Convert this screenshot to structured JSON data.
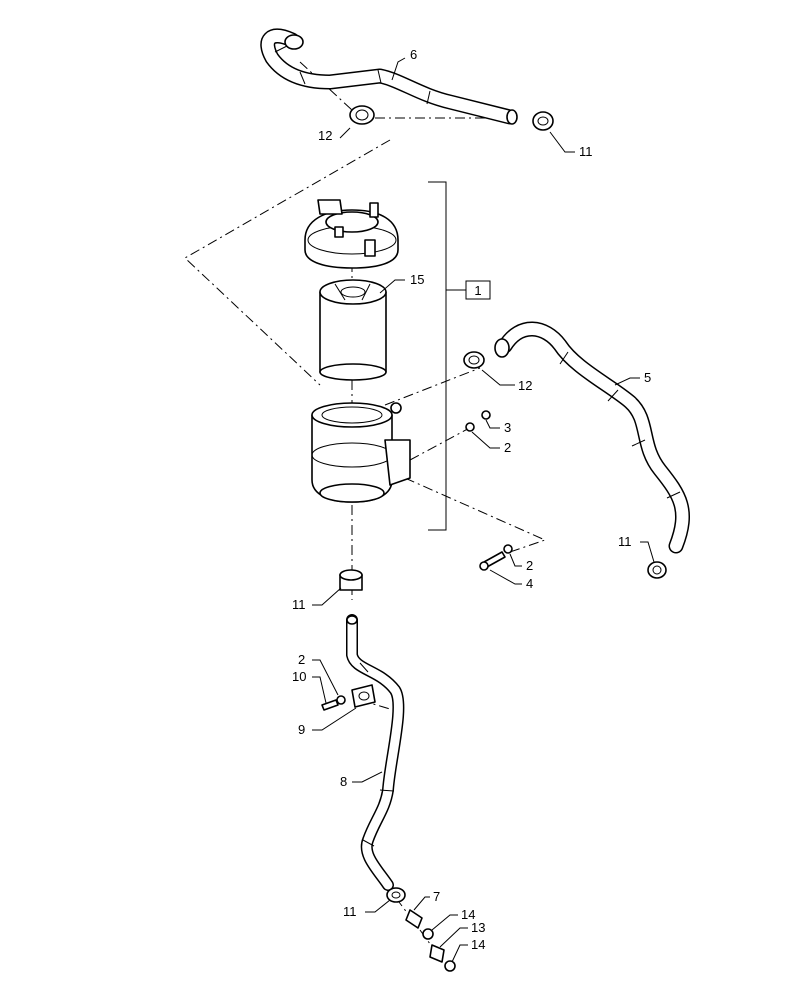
{
  "diagram": {
    "assembly_box_label": "1",
    "callouts": {
      "c6": "6",
      "c12_top": "12",
      "c11_top": "11",
      "c15": "15",
      "c5": "5",
      "c12_mid": "12",
      "c3": "3",
      "c2_upper": "2",
      "c11_right": "11",
      "c2_lower": "2",
      "c4": "4",
      "c11_left": "11",
      "c2_left": "2",
      "c10": "10",
      "c9": "9",
      "c8": "8",
      "c11_bottom": "11",
      "c7": "7",
      "c14_upper": "14",
      "c13": "13",
      "c14_lower": "14"
    }
  }
}
